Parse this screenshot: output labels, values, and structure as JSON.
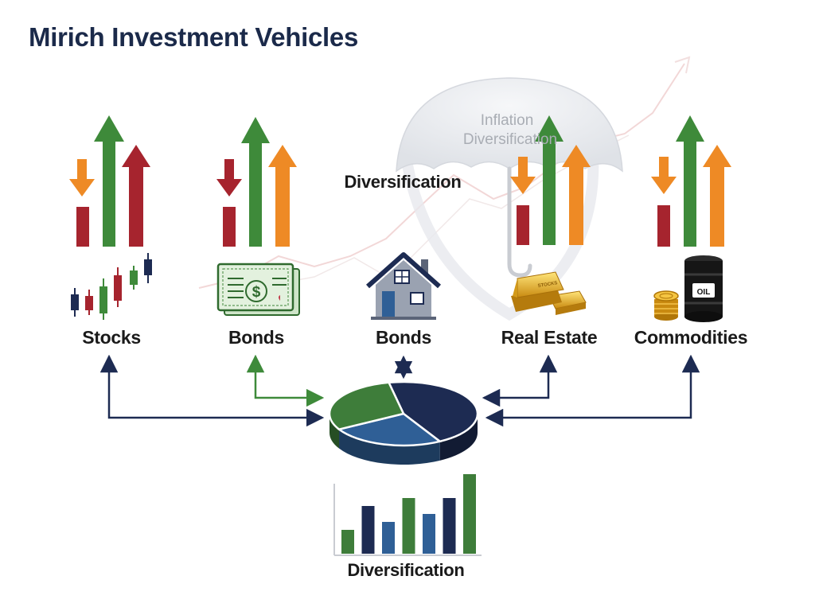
{
  "title": "Mirich Investment Vehicles",
  "umbrella": {
    "line1": "Inflation",
    "line2": "Diversification"
  },
  "labels": {
    "diversification_middle": "Diversification",
    "diversification_bottom": "Diversification",
    "stocks": "Stocks",
    "bonds_1": "Bonds",
    "bonds_2": "Bonds",
    "real_estate": "Real Estate",
    "commodities": "Commodities"
  },
  "icons": {
    "gold": "gold-bars-icon",
    "gold_text": "STOCKS",
    "barrel_text": "OIL"
  },
  "bar_chart": {
    "values": [
      3,
      6,
      4,
      7,
      5,
      7,
      10
    ],
    "colors": [
      "#3e7d3a",
      "#1d2b52",
      "#2f5f96",
      "#3e7d3a",
      "#2f5f96",
      "#1d2b52",
      "#3e7d3a"
    ]
  },
  "pie": {
    "slices": [
      {
        "name": "navy",
        "value": 45,
        "color": "#1d2b52"
      },
      {
        "name": "blue",
        "value": 25,
        "color": "#2f5f96"
      },
      {
        "name": "green",
        "value": 30,
        "color": "#3e7d3a"
      }
    ]
  },
  "colors": {
    "green": "#3e8a3a",
    "red": "#a6242e",
    "orange": "#ee8a25",
    "navy": "#1d2b52"
  }
}
